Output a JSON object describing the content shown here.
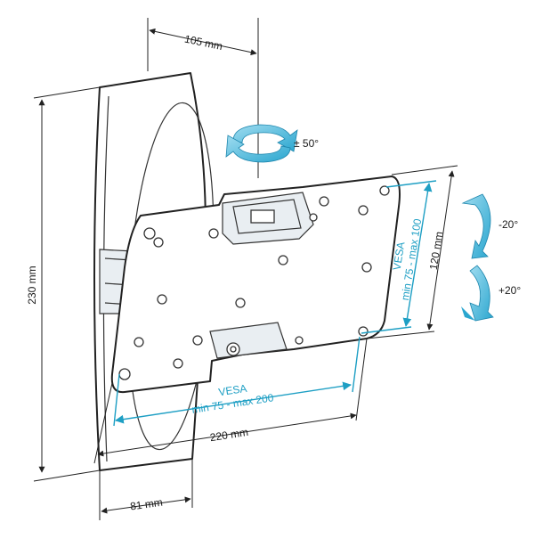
{
  "dimensions": {
    "top_width": "105 mm",
    "height": "230 mm",
    "plate_height": "120 mm",
    "plate_width": "220 mm",
    "depth": "81 mm"
  },
  "vesa": {
    "vertical_title": "VESA",
    "vertical_range": "min 75 - max 100",
    "horizontal_title": "VESA",
    "horizontal_range": "min 75 - max 200"
  },
  "angles": {
    "swivel": "± 50°",
    "tilt_up": "-20°",
    "tilt_down": "+20°"
  },
  "colors": {
    "accent": "#1e9fc4",
    "arrow_fill": "#5ec3e3",
    "line": "#222222"
  }
}
